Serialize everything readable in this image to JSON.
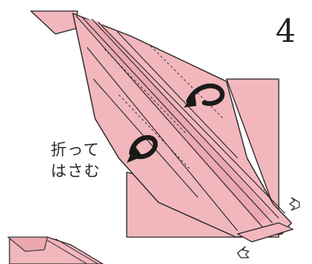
{
  "step": {
    "number": "4"
  },
  "instruction": {
    "lines": [
      "折って",
      "はさむ"
    ]
  },
  "colors": {
    "paper": "#f2b7bd",
    "paper_shade": "#eba8b0",
    "line": "#2b2b2b",
    "text": "#2a2a2a"
  },
  "icons": [
    "curved-fold-arrow-icon",
    "push-arrow-icon"
  ]
}
